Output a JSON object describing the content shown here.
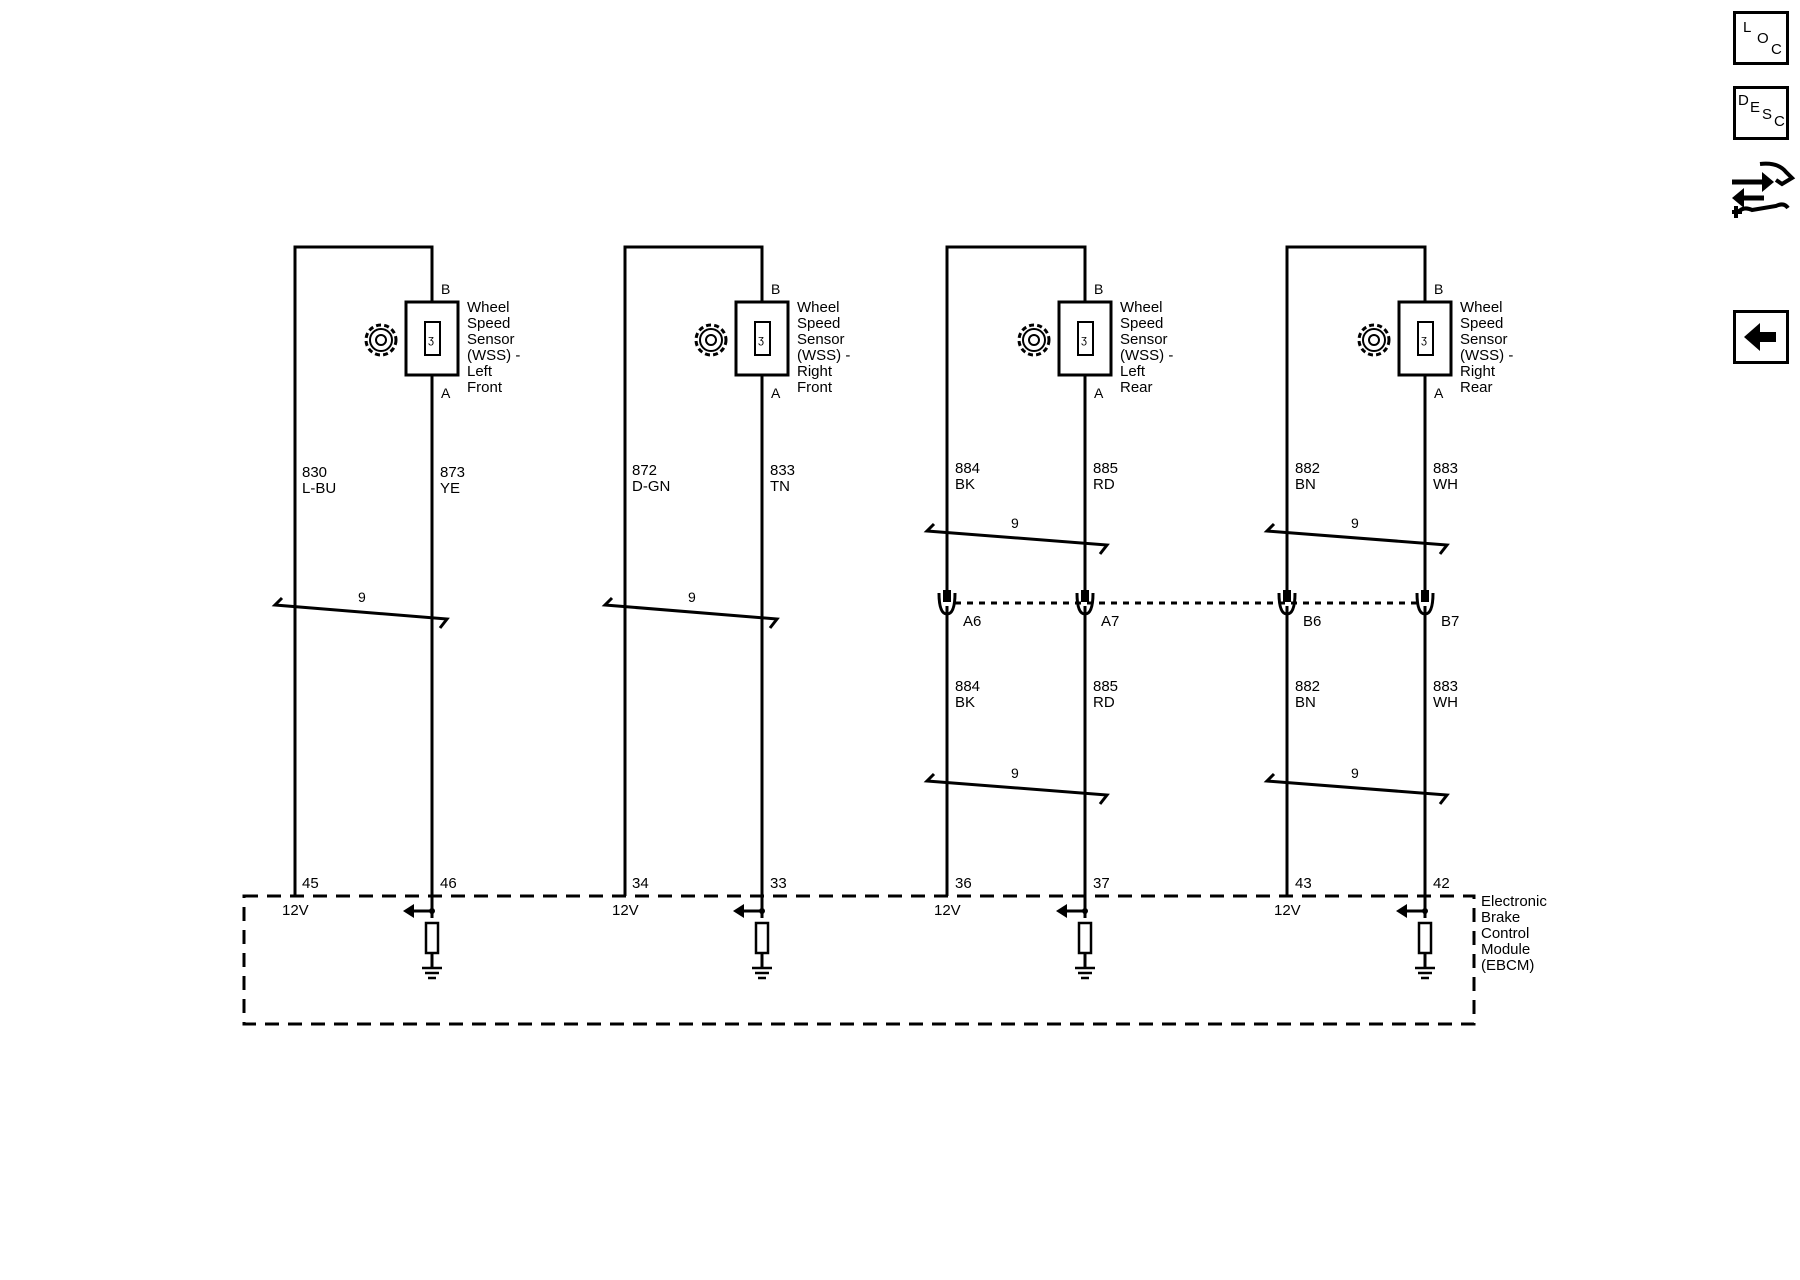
{
  "sensors": [
    {
      "name": "Wheel Speed Sensor (WSS) - Left Front",
      "label_lines": [
        "Wheel",
        "Speed",
        "Sensor",
        "(WSS) -",
        "Left",
        "Front"
      ],
      "pin_b": "B",
      "pin_a": "A",
      "wire_left": {
        "circuit": "830",
        "color": "L-BU"
      },
      "wire_right": {
        "circuit": "873",
        "color": "YE"
      },
      "twist_label": "9",
      "ebcm_pin_left": "45",
      "ebcm_pin_right": "46",
      "supply": "12V"
    },
    {
      "name": "Wheel Speed Sensor (WSS) - Right Front",
      "label_lines": [
        "Wheel",
        "Speed",
        "Sensor",
        "(WSS) -",
        "Right",
        "Front"
      ],
      "pin_b": "B",
      "pin_a": "A",
      "wire_left": {
        "circuit": "872",
        "color": "D-GN"
      },
      "wire_right": {
        "circuit": "833",
        "color": "TN"
      },
      "twist_label": "9",
      "ebcm_pin_left": "34",
      "ebcm_pin_right": "33",
      "supply": "12V"
    },
    {
      "name": "Wheel Speed Sensor (WSS) - Left Rear",
      "label_lines": [
        "Wheel",
        "Speed",
        "Sensor",
        "(WSS) -",
        "Left",
        "Rear"
      ],
      "pin_b": "B",
      "pin_a": "A",
      "wire_left": {
        "circuit": "884",
        "color": "BK"
      },
      "wire_right": {
        "circuit": "885",
        "color": "RD"
      },
      "twist_label": "9",
      "connector_left": "A6",
      "connector_right": "A7",
      "wire_left_lower": {
        "circuit": "884",
        "color": "BK"
      },
      "wire_right_lower": {
        "circuit": "885",
        "color": "RD"
      },
      "twist_label_lower": "9",
      "ebcm_pin_left": "36",
      "ebcm_pin_right": "37",
      "supply": "12V"
    },
    {
      "name": "Wheel Speed Sensor (WSS) - Right Rear",
      "label_lines": [
        "Wheel",
        "Speed",
        "Sensor",
        "(WSS) -",
        "Right",
        "Rear"
      ],
      "pin_b": "B",
      "pin_a": "A",
      "wire_left": {
        "circuit": "882",
        "color": "BN"
      },
      "wire_right": {
        "circuit": "883",
        "color": "WH"
      },
      "twist_label": "9",
      "connector_left": "B6",
      "connector_right": "B7",
      "wire_left_lower": {
        "circuit": "882",
        "color": "BN"
      },
      "wire_right_lower": {
        "circuit": "883",
        "color": "WH"
      },
      "twist_label_lower": "9",
      "ebcm_pin_left": "43",
      "ebcm_pin_right": "42",
      "supply": "12V"
    }
  ],
  "module": {
    "name": "Electronic Brake Control Module (EBCM)",
    "label_lines": [
      "Electronic",
      "Brake",
      "Control",
      "Module",
      "(EBCM)"
    ]
  },
  "toolbar": {
    "loc": {
      "l1": "L",
      "l2": "O",
      "l3": "C"
    },
    "desc": {
      "l1": "D",
      "l2": "E",
      "l3": "S",
      "l4": "C"
    },
    "tools_icon": "wrench-arrows-icon",
    "back_icon": "arrow-left-icon"
  },
  "colors": {
    "line": "#000000",
    "background": "#ffffff"
  }
}
